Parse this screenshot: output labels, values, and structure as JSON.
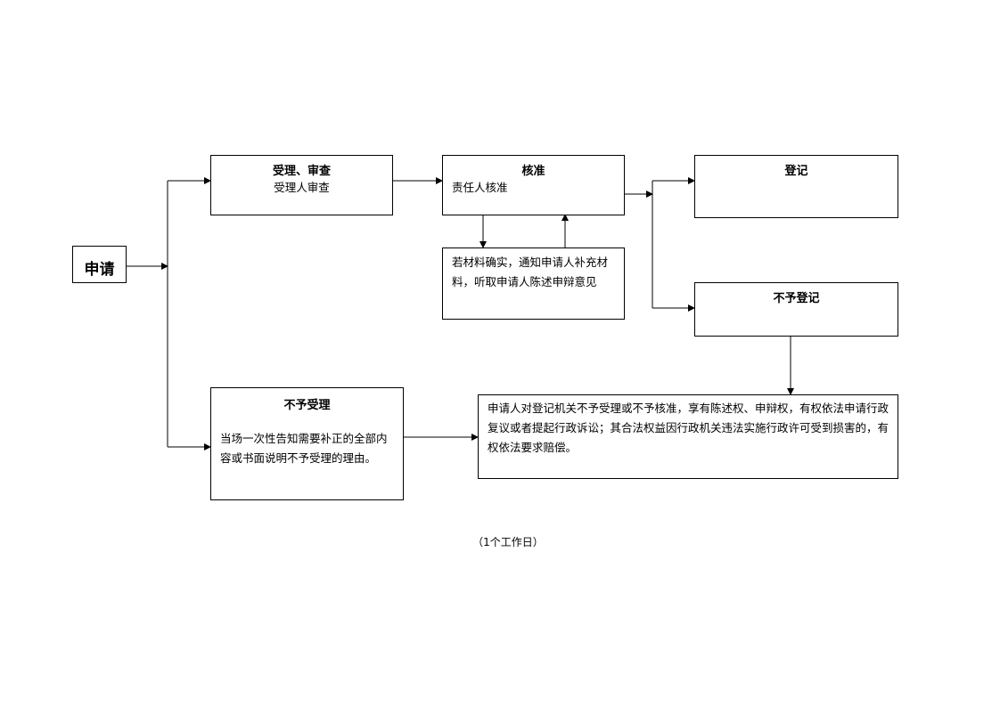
{
  "nodes": {
    "apply": {
      "label": "申请"
    },
    "accept_review": {
      "title": "受理、审查",
      "text": "受理人审查"
    },
    "approve": {
      "title": "核准",
      "text": "责任人核准"
    },
    "supplement": {
      "text": "若材料确实，通知申请人补充材料，听取申请人陈述申辩意见"
    },
    "register": {
      "title": "登记"
    },
    "not_register": {
      "title": "不予登记"
    },
    "not_accept": {
      "title": "不予受理",
      "text": "当场一次性告知需要补正的全部内容或书面说明不予受理的理由。"
    },
    "rights": {
      "text": "申请人对登记机关不予受理或不予核准，享有陈述权、申辩权，有权依法申请行政复议或者提起行政诉讼；其合法权益因行政机关违法实施行政许可受到损害的，有权依法要求赔偿。"
    }
  },
  "footer": {
    "note": "（1个工作日）"
  },
  "colors": {
    "line": "#000000",
    "background": "#ffffff"
  }
}
